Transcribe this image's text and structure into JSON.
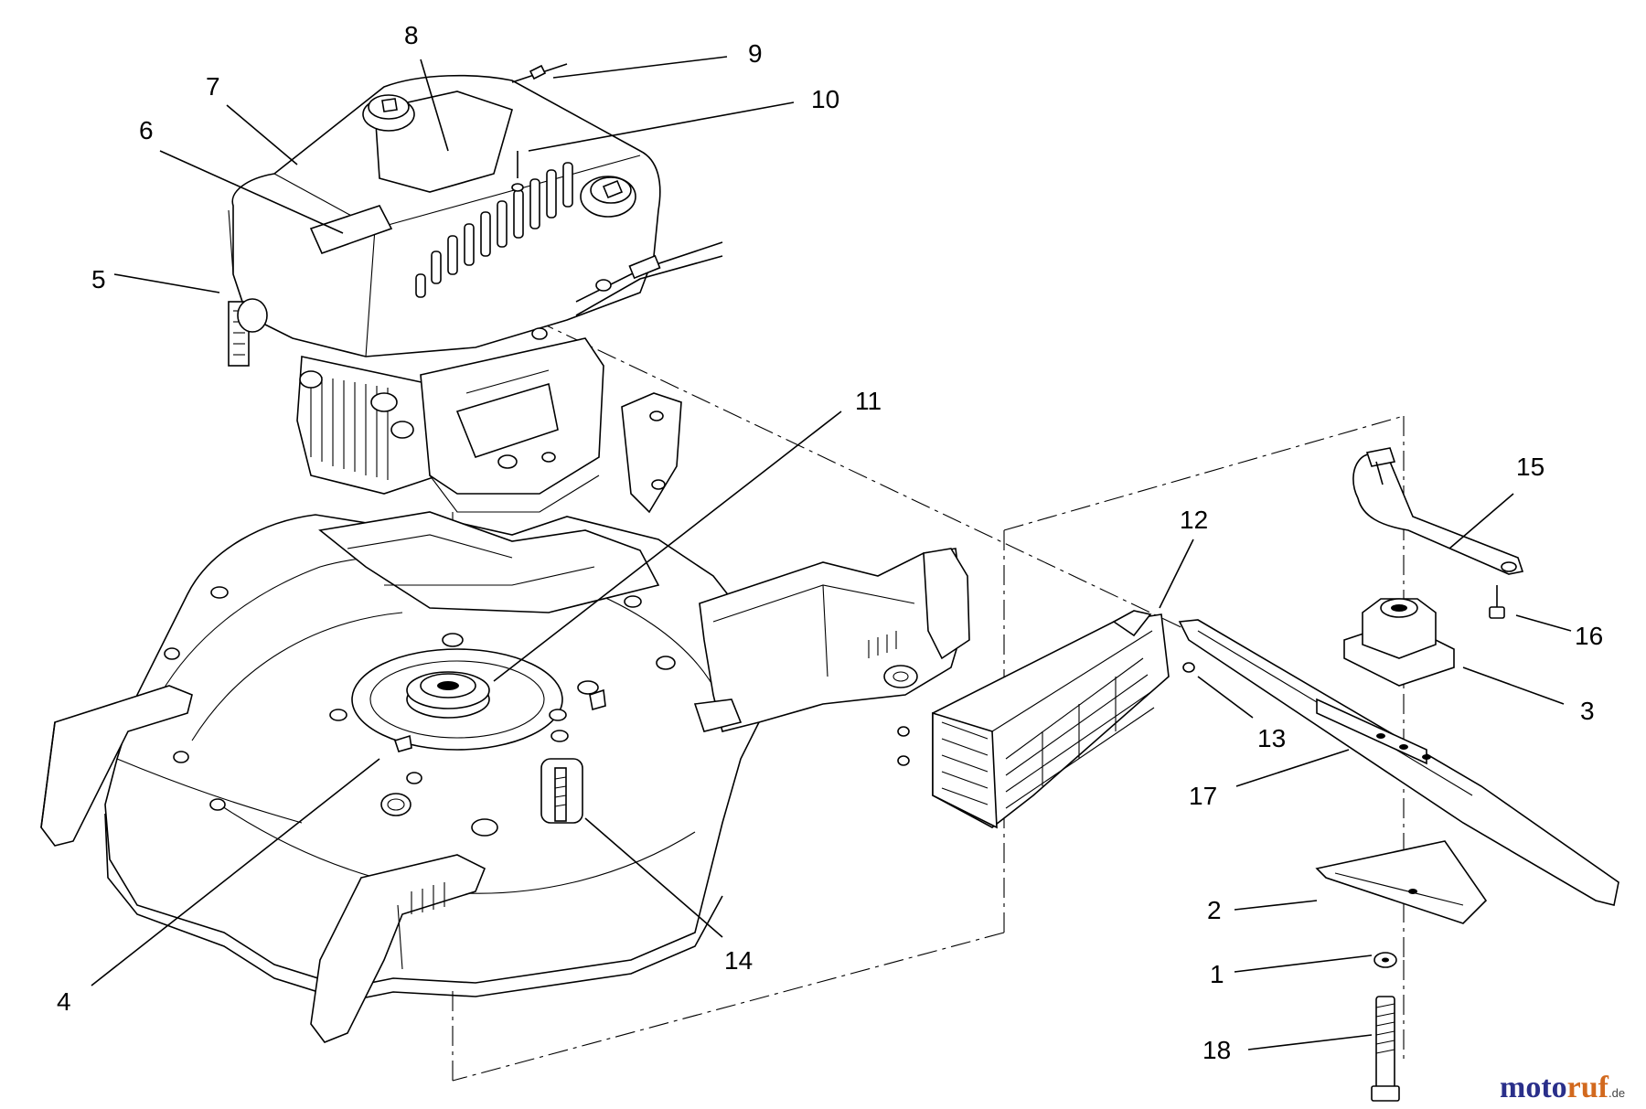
{
  "callouts": [
    {
      "id": "c1",
      "text": "1"
    },
    {
      "id": "c2",
      "text": "2"
    },
    {
      "id": "c3",
      "text": "3"
    },
    {
      "id": "c4",
      "text": "4"
    },
    {
      "id": "c5",
      "text": "5"
    },
    {
      "id": "c6",
      "text": "6"
    },
    {
      "id": "c7",
      "text": "7"
    },
    {
      "id": "c8",
      "text": "8"
    },
    {
      "id": "c9",
      "text": "9"
    },
    {
      "id": "c10",
      "text": "10"
    },
    {
      "id": "c11",
      "text": "11"
    },
    {
      "id": "c12",
      "text": "12"
    },
    {
      "id": "c13",
      "text": "13"
    },
    {
      "id": "c14",
      "text": "14"
    },
    {
      "id": "c15",
      "text": "15"
    },
    {
      "id": "c16",
      "text": "16"
    },
    {
      "id": "c17",
      "text": "17"
    },
    {
      "id": "c18",
      "text": "18"
    }
  ],
  "watermark": {
    "part1": "moto",
    "part2": "ruf",
    "suffix": ".de"
  }
}
